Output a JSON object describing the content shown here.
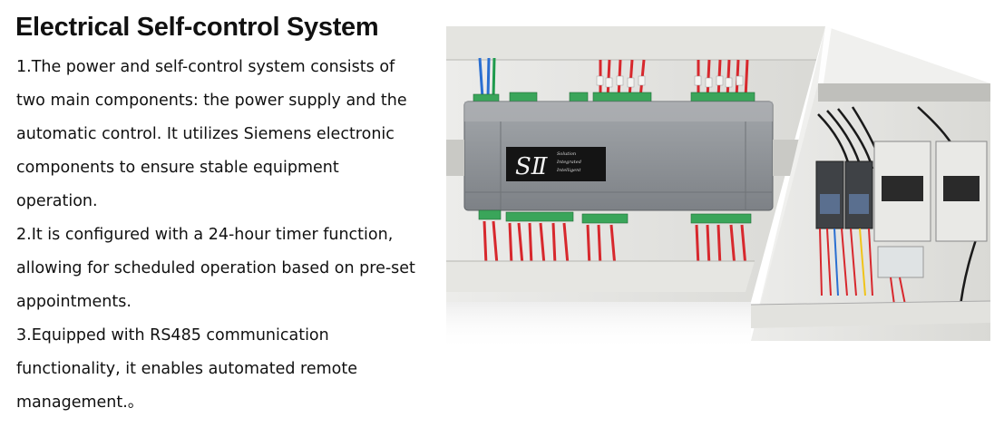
{
  "title": "Electrical Self-control System",
  "lines": [
    "1.The power and self-control system consists of",
    "two main components: the power supply and the",
    "automatic control. It utilizes Siemens electronic",
    "components to ensure stable equipment",
    "operation.",
    "2.It is configured with a 24-hour timer function,",
    "allowing for scheduled operation based on pre-set",
    "appointments.",
    "3.Equipped with RS485 communication",
    "functionality, it enables automated remote",
    "management.。"
  ],
  "photos": {
    "left": {
      "icon": "controller-module-photo",
      "logo_text": "SⅡ",
      "logo_caption": [
        "Solution",
        "Integrated",
        "Intelligent"
      ]
    },
    "right": {
      "icon": "contactor-panel-photo"
    }
  },
  "colors": {
    "wire_red": "#d7282d",
    "terminal_green": "#3aa55a",
    "controller_body": "#8e9296",
    "panel_background": "#e8e8e4"
  }
}
